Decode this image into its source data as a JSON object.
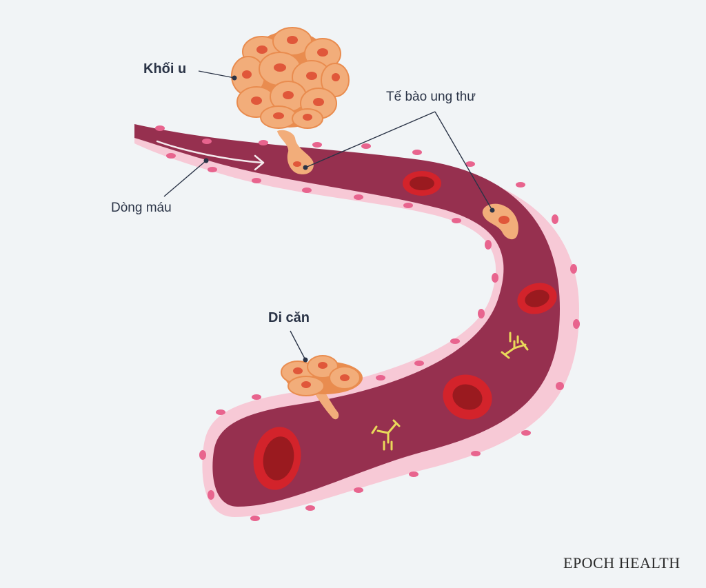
{
  "labels": {
    "tumor": "Khối u",
    "cancer_cell": "Tế bào ung thư",
    "blood_flow": "Dòng máu",
    "metastasis": "Di căn"
  },
  "brand": "EPOCH HEALTH",
  "colors": {
    "background": "#f1f4f6",
    "vessel": "#96304f",
    "vessel_wall": "#f7c9d6",
    "wall_cell_nucleus": "#e8648e",
    "red_blood_cell": "#d3232b",
    "red_blood_cell_center": "#9a1a1f",
    "tumor_cell": "#f0a36b",
    "tumor_nucleus": "#e0573a",
    "antibody": "#e9d95a",
    "label_text": "#2a3346"
  }
}
